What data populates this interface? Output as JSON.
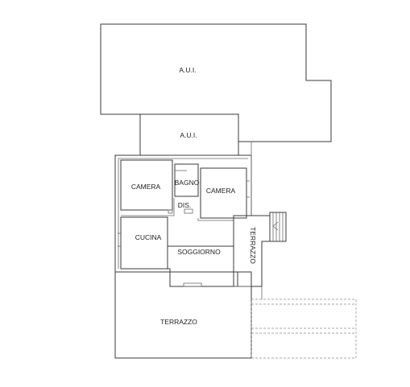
{
  "labels": {
    "aui_top": "A.U.I.",
    "aui_mid": "A.U.I.",
    "camera_left": "CAMERA",
    "bagno": "BAGNO",
    "camera_right": "CAMERA",
    "dis": "DIS.",
    "cucina": "CUCINA",
    "soggiorno": "SOGGIORNO",
    "terrazzo_side": "TERRAZZO",
    "terrazzo_bottom": "TERRAZZO"
  },
  "colors": {
    "wall": "#3a3a3a",
    "background": "#ffffff"
  }
}
